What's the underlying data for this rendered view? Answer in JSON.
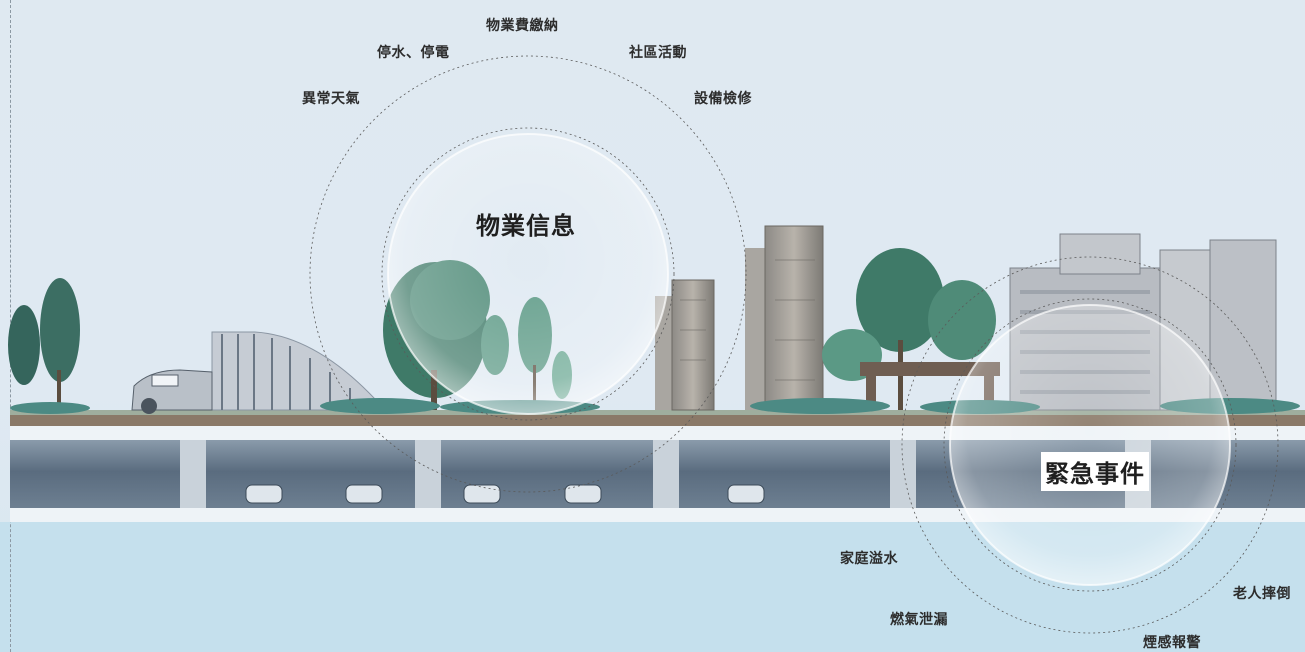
{
  "property_info": {
    "title": "物業信息",
    "labels": [
      "物業費繳納",
      "停水、停電",
      "社區活動",
      "異常天氣",
      "設備檢修"
    ]
  },
  "emergency": {
    "title": "緊急事件",
    "labels": [
      "家庭溢水",
      "老人摔倒",
      "燃氣泄漏",
      "煙感報警"
    ]
  },
  "colors": {
    "sky": "#dfe9f1",
    "water": "#c5e0ed",
    "garage": "#5b6d80",
    "ground": "#7a6a5c",
    "tree": "#3f7a68"
  }
}
